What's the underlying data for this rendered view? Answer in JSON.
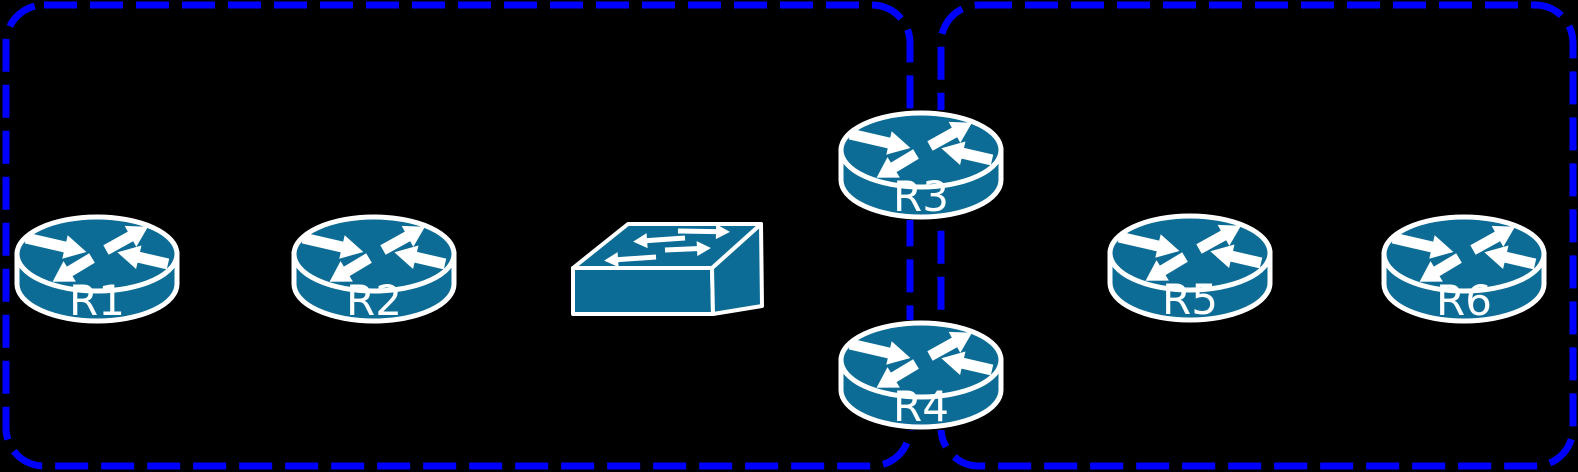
{
  "diagram": {
    "background_color": "#000000",
    "area_border_color": "#0000ff",
    "node_fill_color": "#0d6c96",
    "node_outline_color": "#ffffff",
    "label_color": "#ffffff",
    "areas": [
      {
        "id": "area-left",
        "style": "dashed-rounded-rect",
        "contains": [
          "R1",
          "R2",
          "switch"
        ]
      },
      {
        "id": "area-right",
        "style": "dashed-rounded-rect",
        "contains": [
          "R5",
          "R6"
        ]
      }
    ],
    "boundary_nodes": [
      "R3",
      "R4"
    ],
    "nodes": {
      "r1": {
        "label": "R1",
        "type": "router"
      },
      "r2": {
        "label": "R2",
        "type": "router"
      },
      "sw": {
        "label": "",
        "type": "switch"
      },
      "r3": {
        "label": "R3",
        "type": "router"
      },
      "r4": {
        "label": "R4",
        "type": "router"
      },
      "r5": {
        "label": "R5",
        "type": "router"
      },
      "r6": {
        "label": "R6",
        "type": "router"
      }
    }
  }
}
